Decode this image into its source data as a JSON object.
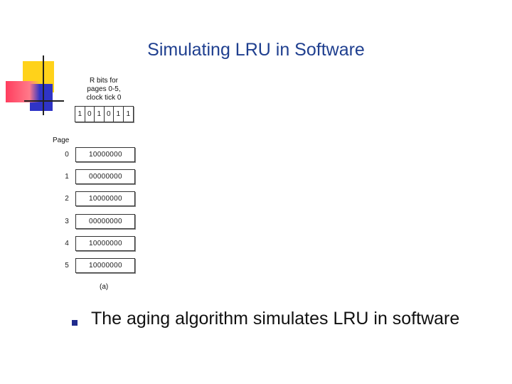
{
  "slide": {
    "title": "Simulating LRU in Software",
    "bullet": "The aging algorithm simulates LRU in software"
  },
  "diagram": {
    "rbits_caption": [
      "R bits for",
      "pages 0-5,",
      "clock tick 0"
    ],
    "rbits": [
      "1",
      "0",
      "1",
      "0",
      "1",
      "1"
    ],
    "page_header": "Page",
    "pages": [
      {
        "num": "0",
        "counter": "10000000"
      },
      {
        "num": "1",
        "counter": "00000000"
      },
      {
        "num": "2",
        "counter": "10000000"
      },
      {
        "num": "3",
        "counter": "00000000"
      },
      {
        "num": "4",
        "counter": "10000000"
      },
      {
        "num": "5",
        "counter": "10000000"
      }
    ],
    "figure_label": "(a)"
  },
  "colors": {
    "title": "#1f3f8f",
    "bullet_marker": "#1f2a8c",
    "deco_yellow": "#ffd21a",
    "deco_blue": "#2f34c6",
    "deco_red": "#ff3d5e"
  }
}
